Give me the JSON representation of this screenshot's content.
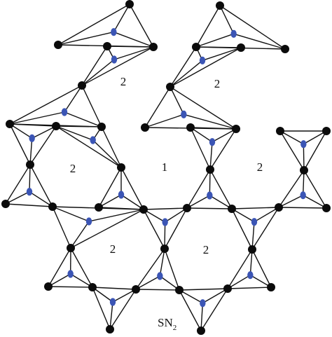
{
  "figure": {
    "caption_base": "SN",
    "caption_sub": "2",
    "colors": {
      "line": "#111111",
      "black_node": "#0b0b0b",
      "blue_node": "#3b55b5",
      "background": "#ffffff"
    },
    "node_types": [
      "black-vertex",
      "blue-center"
    ],
    "hexagon_labels": [
      "2",
      "2",
      "2",
      "1",
      "2",
      "2",
      "2"
    ]
  }
}
